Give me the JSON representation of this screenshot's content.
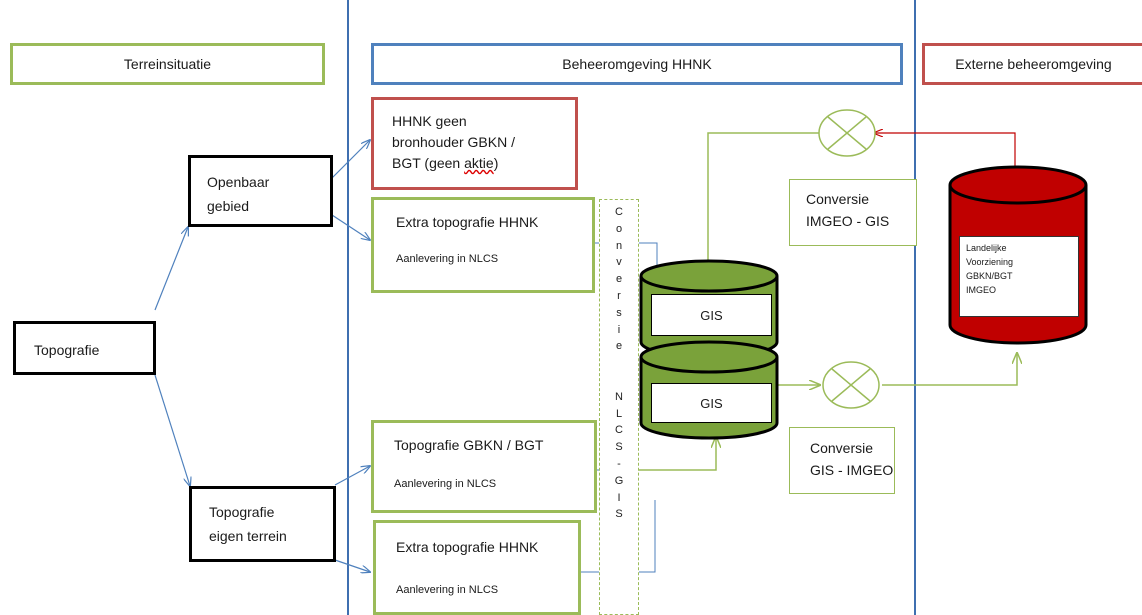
{
  "colors": {
    "lane_line": "#3f6fb0",
    "green": "#9bbb59",
    "blue": "#4f81bd",
    "red": "#c0504d",
    "cylinder_green": "#7aa23a",
    "cylinder_red": "#c00000",
    "arrow_blue": "#4f81bd",
    "arrow_green": "#9bbb59",
    "arrow_red": "#c00000"
  },
  "lanes": {
    "terrain": "Terreinsituatie",
    "management": "Beheeromgeving HHNK",
    "external": "Externe beheeromgeving"
  },
  "nodes": {
    "topografie": "Topografie",
    "openbaar": [
      "Openbaar",
      "gebied"
    ],
    "eigen": [
      "Topografie",
      "eigen terrein"
    ]
  },
  "boxes": {
    "hhnk_geen": {
      "lines": [
        "HHNK geen",
        "bronhouder GBKN /",
        "BGT (geen "
      ],
      "underlined": "aktie",
      "tail": ")"
    },
    "extra1": {
      "title": "Extra topografie HHNK",
      "sub": "Aanlevering in NLCS"
    },
    "gbkn": {
      "title": "Topografie GBKN / BGT",
      "sub": "Aanlevering in NLCS"
    },
    "extra2": {
      "title": "Extra topografie HHNK",
      "sub": "Aanlevering in NLCS"
    }
  },
  "conversion_column": [
    "C",
    "o",
    "n",
    "v",
    "e",
    "r",
    "s",
    "i",
    "e",
    "",
    "",
    "N",
    "L",
    "C",
    "S",
    "-",
    "G",
    "I",
    "S"
  ],
  "cylinders": {
    "gis_top": "GIS",
    "gis_bottom": "GIS",
    "landelijke": [
      "Landelijke",
      "Voorziening",
      "GBKN/BGT",
      "IMGEO"
    ]
  },
  "conversions": {
    "imgeo_gis": [
      "Conversie",
      "IMGEO - GIS"
    ],
    "gis_imgeo": [
      "Conversie",
      "GIS - IMGEO"
    ]
  },
  "icons": {
    "merge_top": "circle-x-icon",
    "merge_bottom": "circle-x-icon"
  }
}
